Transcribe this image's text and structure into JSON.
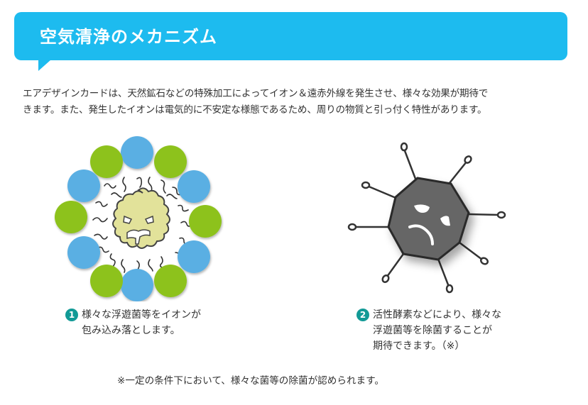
{
  "header": {
    "title": "空気清浄のメカニズム",
    "banner_color": "#1dbbef"
  },
  "intro": {
    "lines": [
      "エアデザインカードは、天然鉱石などの特殊加工によってイオン＆遠赤外線を発生させ、様々な効果が期待で",
      "きます。また、発生したイオンは電気的に不安定な様態であるため、周りの物質と引っ付く特性があります。"
    ]
  },
  "illustrations": [
    {
      "name": "ions-surrounding-germ",
      "icon": "germ-surrounded-by-ions-icon",
      "colors": {
        "ion_blue": "#5aafe3",
        "ion_green": "#8dc21f",
        "germ": "#e2e29a"
      }
    },
    {
      "name": "sad-virus",
      "icon": "virus-icon",
      "colors": {
        "body": "#666666",
        "outline": "#333333"
      }
    }
  ],
  "captions": [
    {
      "number": "1",
      "lines": [
        "様々な浮遊菌等をイオンが",
        "包み込み落とします。"
      ]
    },
    {
      "number": "2",
      "lines": [
        "活性酵素などにより、様々な",
        "浮遊菌等を除菌することが",
        "期待できます。（※）"
      ]
    }
  ],
  "badge_color": "#129a96",
  "footnote": "※一定の条件下において、様々な菌等の除菌が認められます。"
}
